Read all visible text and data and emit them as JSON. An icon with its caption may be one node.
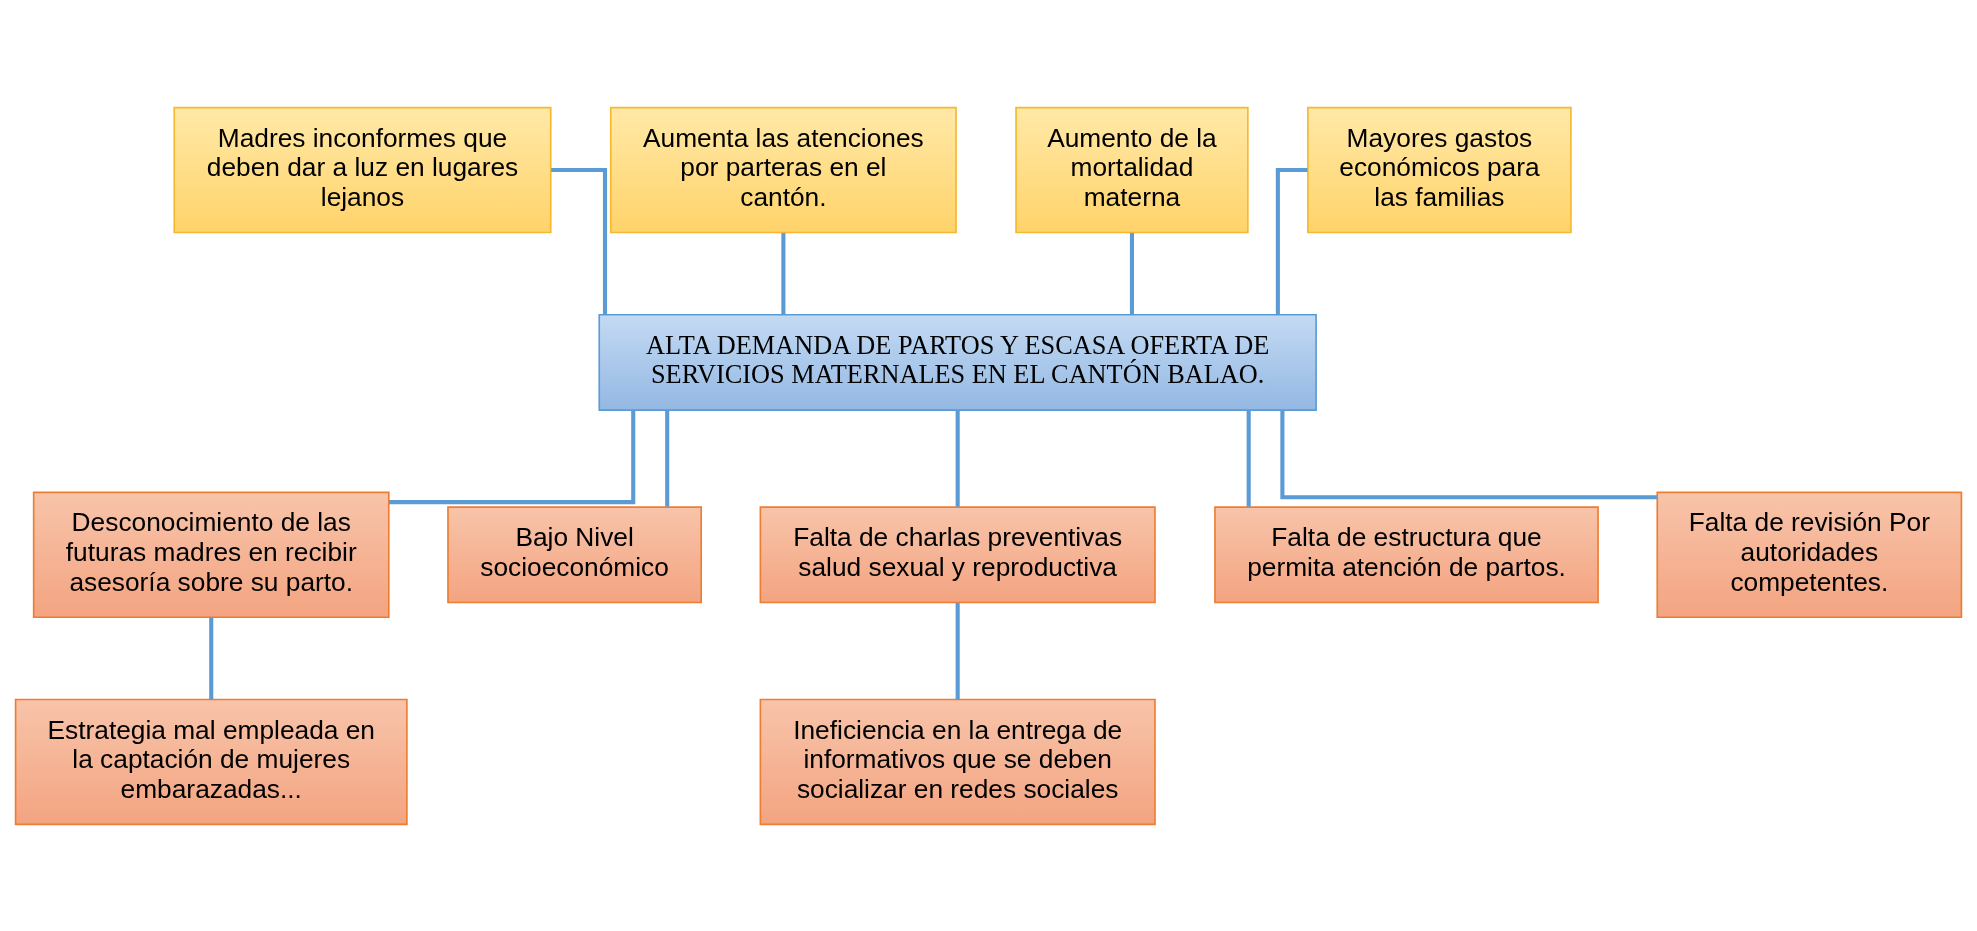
{
  "diagram": {
    "nodes": [
      {
        "text": [
          "Madres inconformes que deben dar a luz en lugares lejanos"
        ]
      },
      {
        "text": [
          "Aumenta las atenciones por parteras en el cantón."
        ]
      },
      {
        "text": [
          "Aumento de la mortalidad materna"
        ]
      },
      {
        "text": [
          "Mayores gastos económicos para las familias"
        ]
      },
      {
        "text": [
          "ALTA DEMANDA DE PARTOS Y ESCASA OFERTA DE SERVICIOS MATERNALES EN EL CANTÓN BALAO."
        ]
      },
      {
        "text": [
          "Desconocimiento de las futuras madres en recibir asesoría sobre su parto."
        ]
      },
      {
        "text": [
          "Bajo Nivel socioeconómico"
        ]
      },
      {
        "text": [
          "Falta de charlas preventivas salud sexual y reproductiva"
        ]
      },
      {
        "text": [
          "Falta de estructura que permita atención de partos."
        ]
      },
      {
        "text": [
          "Falta de revisión Por autoridades competentes."
        ]
      },
      {
        "text": [
          "Estrategia mal empleada en la captación de mujeres embarazadas..."
        ]
      },
      {
        "text": [
          "Ineficiencia en la entrega de informativos que se deben socializar en redes sociales"
        ]
      }
    ],
    "edges": [
      {
        "from": 0,
        "to": 4,
        "arrow": "none"
      },
      {
        "from": 1,
        "to": 4,
        "arrow": "none"
      },
      {
        "from": 2,
        "to": 4,
        "arrow": "none"
      },
      {
        "from": 3,
        "to": 4,
        "arrow": "none"
      },
      {
        "from": 4,
        "to": 5,
        "arrow": "none"
      },
      {
        "from": 4,
        "to": 6,
        "arrow": "none"
      },
      {
        "from": 4,
        "to": 7,
        "arrow": "none"
      },
      {
        "from": 4,
        "to": 8,
        "arrow": "none"
      },
      {
        "from": 4,
        "to": 9,
        "arrow": "none"
      },
      {
        "from": 5,
        "to": 10,
        "arrow": "none"
      },
      {
        "from": 7,
        "to": 11,
        "arrow": "none"
      }
    ]
  }
}
